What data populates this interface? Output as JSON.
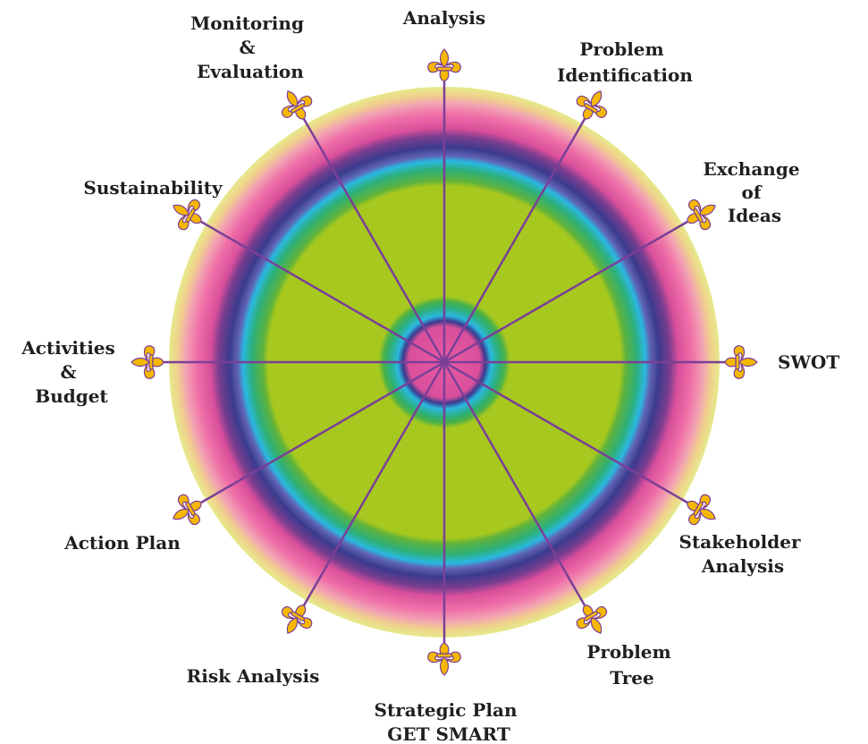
{
  "diagram": {
    "labels": [
      {
        "id": "analysis",
        "lines": [
          "Analysis"
        ]
      },
      {
        "id": "problem-identification",
        "lines": [
          "Problem",
          "Identification"
        ]
      },
      {
        "id": "exchange-of-ideas",
        "lines": [
          "Exchange",
          "of",
          "Ideas"
        ]
      },
      {
        "id": "swot",
        "lines": [
          "SWOT"
        ]
      },
      {
        "id": "stakeholder-analysis",
        "lines": [
          "Stakeholder",
          "Analysis"
        ]
      },
      {
        "id": "problem-tree",
        "lines": [
          "Problem",
          "Tree"
        ]
      },
      {
        "id": "strategic-plan",
        "lines": [
          "Strategic Plan",
          "GET SMART"
        ]
      },
      {
        "id": "risk-analysis",
        "lines": [
          "Risk Analysis"
        ]
      },
      {
        "id": "action-plan",
        "lines": [
          "Action Plan"
        ]
      },
      {
        "id": "activities-budget",
        "lines": [
          "Activities",
          "&",
          "Budget"
        ]
      },
      {
        "id": "sustainability",
        "lines": [
          "Sustainability"
        ]
      },
      {
        "id": "monitoring-evaluation",
        "lines": [
          "Monitoring",
          "&",
          "Evaluation"
        ]
      }
    ],
    "spoke_color": "#7b3f98",
    "marker_fill": "#f5b800",
    "marker_icon": "fleur-de-lis-icon",
    "ring_colors": [
      "#e8e98a",
      "#f0c9a0",
      "#ef8fa8",
      "#e5619e",
      "#d94f9b",
      "#3b3b8e",
      "#6064b4",
      "#2ab8e0",
      "#2db07a",
      "#48b04a",
      "#a7c81e",
      "#48b04a",
      "#2ab8e0",
      "#3b3b8e",
      "#e5619e"
    ]
  }
}
